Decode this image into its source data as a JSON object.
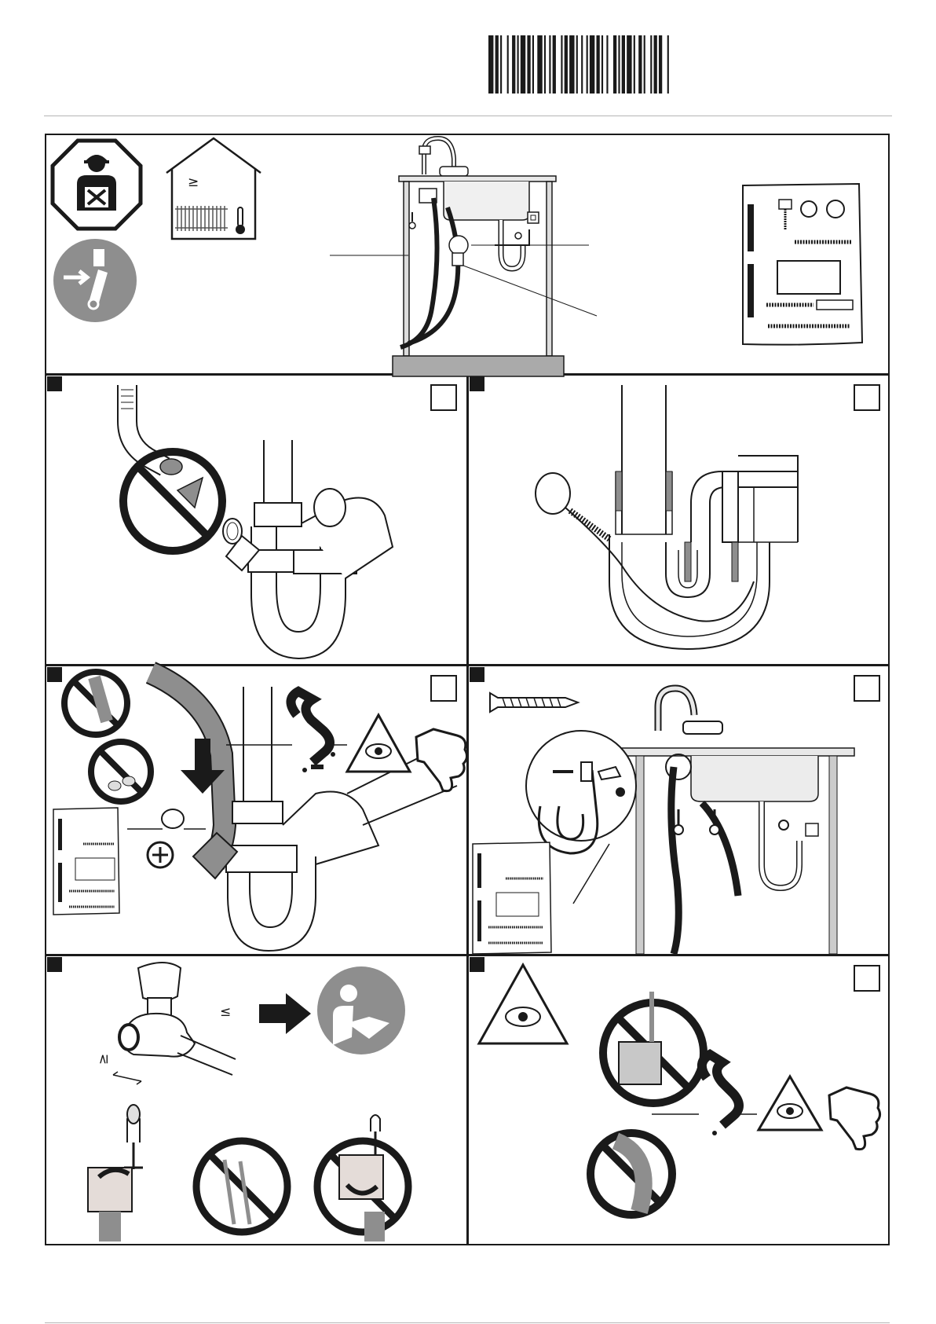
{
  "header": {
    "barcode": {
      "bars": [
        3,
        1,
        2,
        1,
        1,
        3,
        1,
        2,
        2,
        1,
        1,
        1,
        3,
        1,
        2,
        1,
        1,
        2,
        3,
        1,
        1,
        2,
        1,
        1,
        2,
        3,
        1,
        1,
        2,
        1,
        3,
        1,
        1,
        2,
        1,
        2,
        1,
        1,
        3,
        1,
        2,
        1,
        1,
        2,
        1,
        3,
        2,
        1,
        1,
        1,
        2,
        1,
        3,
        1,
        1,
        2,
        2,
        1,
        1,
        3,
        1,
        1,
        2,
        1,
        2,
        3,
        1,
        1
      ]
    }
  },
  "panels": {
    "intro": {
      "symbol_min": "≥"
    },
    "step5": {
      "symbol_max": "≤",
      "symbol_min": "≥"
    }
  },
  "colors": {
    "line": "#1a1a1a",
    "gray_icon": "#8e8e8e",
    "pipe_fill": "#f4f4f4",
    "hose": "#1a1a1a"
  }
}
